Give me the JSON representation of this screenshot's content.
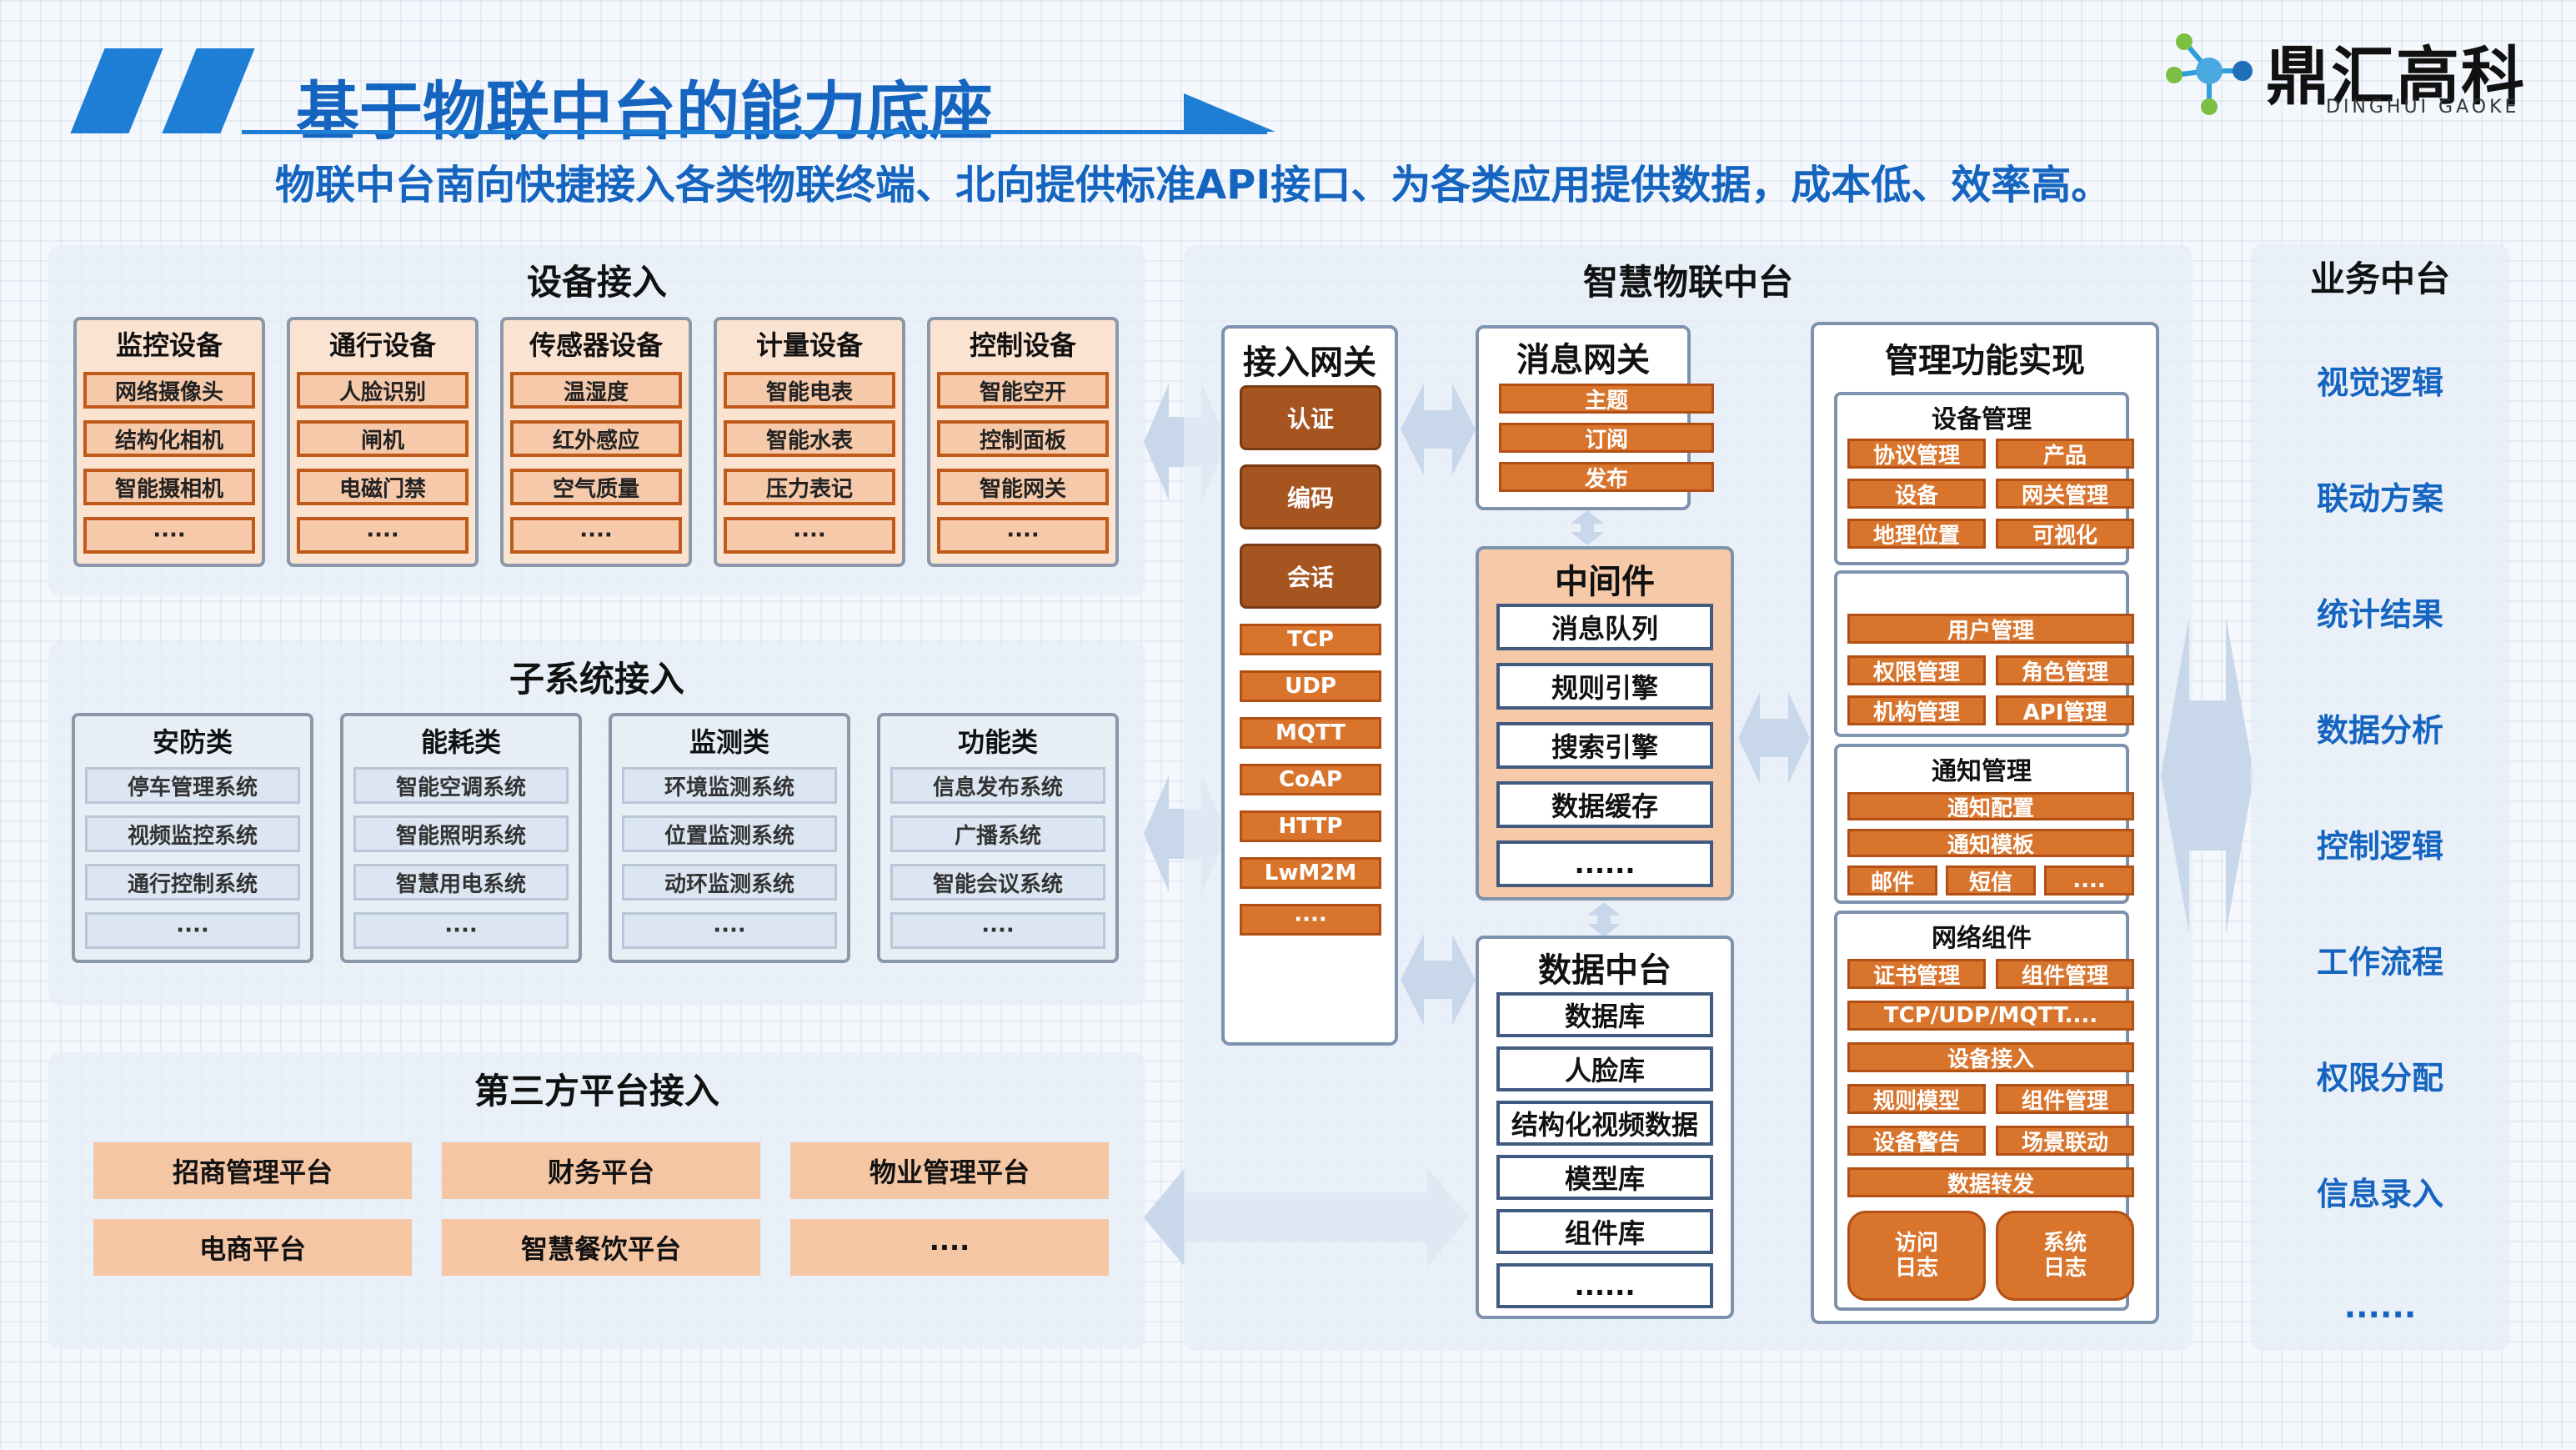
{
  "header": {
    "title": "基于物联中台的能力底座",
    "subtitle": "物联中台南向快捷接入各类物联终端、北向提供标准API接口、为各类应用提供数据，成本低、效率高。",
    "logo_cn": "鼎汇高科",
    "logo_en": "DINGHUI GAOKE"
  },
  "device": {
    "title": "设备接入",
    "groups": [
      {
        "title": "监控设备",
        "items": [
          "网络摄像头",
          "结构化相机",
          "智能摄相机",
          "····"
        ]
      },
      {
        "title": "通行设备",
        "items": [
          "人脸识别",
          "闸机",
          "电磁门禁",
          "····"
        ]
      },
      {
        "title": "传感器设备",
        "items": [
          "温湿度",
          "红外感应",
          "空气质量",
          "····"
        ]
      },
      {
        "title": "计量设备",
        "items": [
          "智能电表",
          "智能水表",
          "压力表记",
          "····"
        ]
      },
      {
        "title": "控制设备",
        "items": [
          "智能空开",
          "控制面板",
          "智能网关",
          "····"
        ]
      }
    ]
  },
  "subsystem": {
    "title": "子系统接入",
    "groups": [
      {
        "title": "安防类",
        "items": [
          "停车管理系统",
          "视频监控系统",
          "通行控制系统",
          "····"
        ]
      },
      {
        "title": "能耗类",
        "items": [
          "智能空调系统",
          "智能照明系统",
          "智慧用电系统",
          "····"
        ]
      },
      {
        "title": "监测类",
        "items": [
          "环境监测系统",
          "位置监测系统",
          "动环监测系统",
          "····"
        ]
      },
      {
        "title": "功能类",
        "items": [
          "信息发布系统",
          "广播系统",
          "智能会议系统",
          "····"
        ]
      }
    ]
  },
  "thirdparty": {
    "title": "第三方平台接入",
    "items": [
      "招商管理平台",
      "财务平台",
      "物业管理平台",
      "电商平台",
      "智慧餐饮平台",
      "····"
    ]
  },
  "platform": {
    "title": "智慧物联中台",
    "gateway": {
      "title": "接入网关",
      "big": [
        "认证",
        "编码",
        "会话"
      ],
      "protocols": [
        "TCP",
        "UDP",
        "MQTT",
        "CoAP",
        "HTTP",
        "LwM2M",
        "····"
      ]
    },
    "msg_gateway": {
      "title": "消息网关",
      "items": [
        "主题",
        "订阅",
        "发布"
      ]
    },
    "middleware": {
      "title": "中间件",
      "items": [
        "消息队列",
        "规则引擎",
        "搜索引擎",
        "数据缓存",
        "......"
      ]
    },
    "data_center": {
      "title": "数据中台",
      "items": [
        "数据库",
        "人脸库",
        "结构化视频数据",
        "模型库",
        "组件库",
        "......"
      ]
    },
    "management": {
      "title": "管理功能实现",
      "device_mgmt": {
        "title": "设备管理",
        "items": [
          "协议管理",
          "产品",
          "设备",
          "网关管理",
          "地理位置",
          "可视化"
        ]
      },
      "user_mgmt": {
        "items": [
          "用户管理",
          "权限管理",
          "角色管理",
          "机构管理",
          "API管理"
        ]
      },
      "notice_mgmt": {
        "title": "通知管理",
        "items": [
          "通知配置",
          "通知模板",
          "邮件",
          "短信",
          "...."
        ]
      },
      "network": {
        "title": "网络组件",
        "items": [
          "证书管理",
          "组件管理",
          "TCP/UDP/MQTT....",
          "设备接入",
          "规则模型",
          "组件管理",
          "设备警告",
          "场景联动",
          "数据转发"
        ]
      },
      "logs": [
        "访问\n日志",
        "系统\n日志"
      ]
    }
  },
  "business": {
    "title": "业务中台",
    "items": [
      "视觉逻辑",
      "联动方案",
      "统计结果",
      "数据分析",
      "控制逻辑",
      "工作流程",
      "权限分配",
      "信息录入",
      "......"
    ]
  },
  "colors": {
    "brand_blue": "#1565c0",
    "accent_orange": "#d9742c",
    "dark_orange": "#a65521",
    "peach": "#f5c6a4"
  },
  "icons": [
    "logo-network-icon",
    "double-arrow-icon"
  ]
}
